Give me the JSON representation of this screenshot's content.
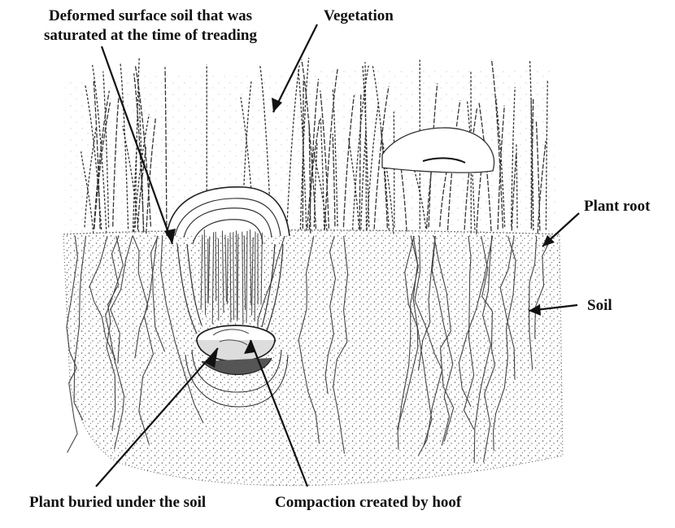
{
  "labels": {
    "deformed_line1": "Deformed surface soil that was",
    "deformed_line2": "saturated  at the time of treading",
    "vegetation": "Vegetation",
    "plant_root": "Plant root",
    "soil": "Soil",
    "plant_buried": "Plant buried under the soil",
    "compaction": "Compaction created by hoof"
  },
  "colors": {
    "ink": "#111111",
    "background": "#ffffff",
    "soil_dot": "#555555"
  }
}
